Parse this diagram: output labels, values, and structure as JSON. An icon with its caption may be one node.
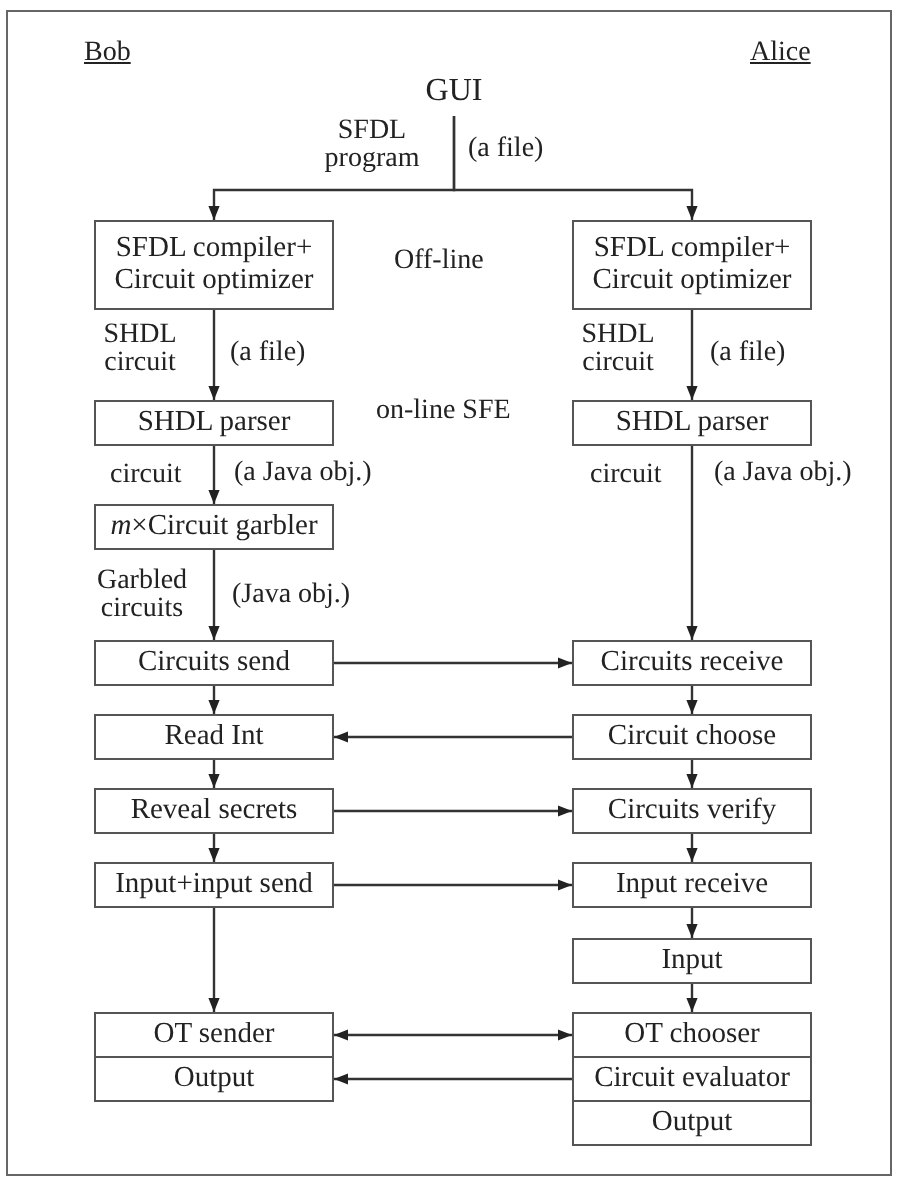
{
  "diagram": {
    "nodes": [
      {
        "text": [
          "GUI"
        ]
      },
      {
        "text": [
          "SFDL compiler+ Circuit optimizer"
        ]
      },
      {
        "text": [
          "SFDL compiler+ Circuit optimizer"
        ]
      },
      {
        "text": [
          "SHDL parser"
        ]
      },
      {
        "text": [
          "SHDL parser"
        ]
      },
      {
        "text": [
          "*m*×Circuit garbler"
        ]
      },
      {
        "text": [
          "Circuits send"
        ]
      },
      {
        "text": [
          "Circuits receive"
        ]
      },
      {
        "text": [
          "Read Int"
        ]
      },
      {
        "text": [
          "Circuit choose"
        ]
      },
      {
        "text": [
          "Reveal secrets"
        ]
      },
      {
        "text": [
          "Circuits verify"
        ]
      },
      {
        "text": [
          "Input+input send"
        ]
      },
      {
        "text": [
          "Input receive"
        ]
      },
      {
        "text": [
          "Input"
        ]
      },
      {
        "text": [
          "OT sender"
        ]
      },
      {
        "text": [
          "Output"
        ]
      },
      {
        "text": [
          "OT chooser"
        ]
      },
      {
        "text": [
          "Circuit evaluator"
        ]
      },
      {
        "text": [
          "Output"
        ]
      }
    ],
    "edges": [
      {
        "from": 0,
        "to": 1,
        "arrow": "to"
      },
      {
        "from": 0,
        "to": 2,
        "arrow": "to"
      },
      {
        "from": 1,
        "to": 3,
        "arrow": "to"
      },
      {
        "from": 2,
        "to": 4,
        "arrow": "to"
      },
      {
        "from": 3,
        "to": 5,
        "arrow": "to"
      },
      {
        "from": 4,
        "to": 7,
        "arrow": "to"
      },
      {
        "from": 5,
        "to": 6,
        "arrow": "to"
      },
      {
        "from": 6,
        "to": 7,
        "arrow": "to"
      },
      {
        "from": 6,
        "to": 8,
        "arrow": "to"
      },
      {
        "from": 9,
        "to": 8,
        "arrow": "to"
      },
      {
        "from": 7,
        "to": 9,
        "arrow": "to"
      },
      {
        "from": 8,
        "to": 10,
        "arrow": "to"
      },
      {
        "from": 9,
        "to": 11,
        "arrow": "to"
      },
      {
        "from": 10,
        "to": 11,
        "arrow": "to"
      },
      {
        "from": 10,
        "to": 12,
        "arrow": "to"
      },
      {
        "from": 11,
        "to": 13,
        "arrow": "to"
      },
      {
        "from": 12,
        "to": 13,
        "arrow": "to"
      },
      {
        "from": 12,
        "to": 15,
        "arrow": "to"
      },
      {
        "from": 13,
        "to": 14,
        "arrow": "to"
      },
      {
        "from": 14,
        "to": 17,
        "arrow": "to"
      },
      {
        "from": 15,
        "to": 17,
        "arrow": "both"
      },
      {
        "from": 18,
        "to": 16,
        "arrow": "to"
      }
    ],
    "labels": [
      "Bob",
      "Alice",
      "SFDL program",
      "(a file)",
      "Off-line",
      "SHDL circuit",
      "(a file)",
      "SHDL circuit",
      "(a file)",
      "on-line SFE",
      "circuit",
      "(a Java obj.)",
      "circuit",
      "(a Java obj.)",
      "Garbled circuits",
      "(Java obj.)"
    ]
  }
}
